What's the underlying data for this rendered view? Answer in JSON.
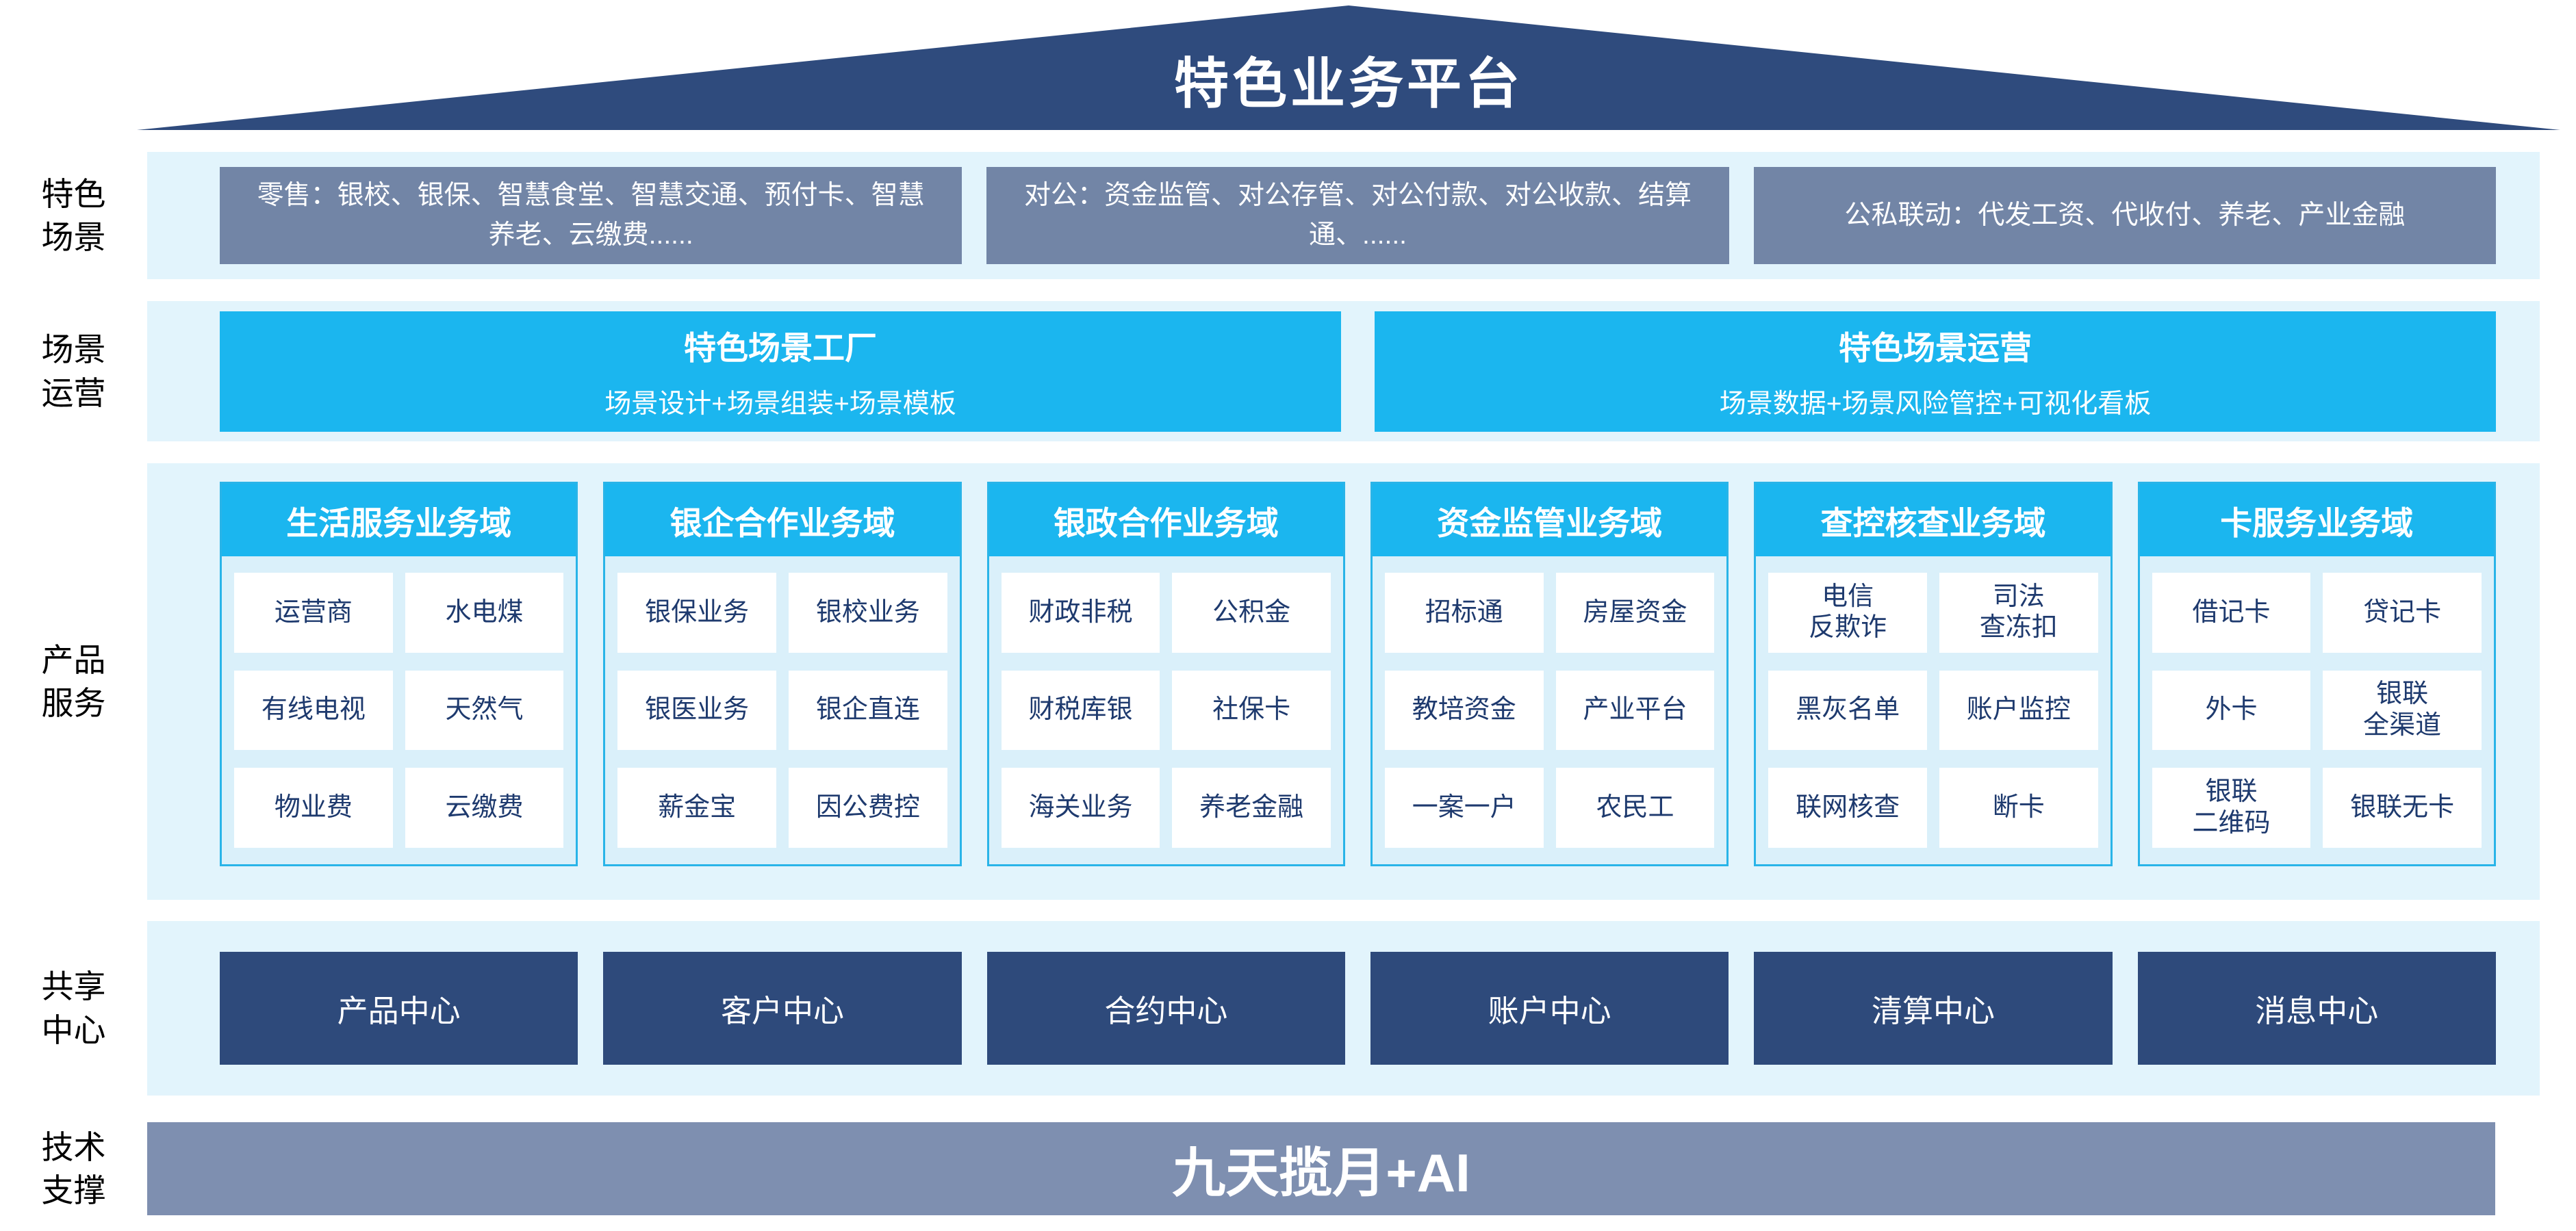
{
  "title": "特色业务平台",
  "scenes": {
    "label": "特色\n场景",
    "boxes": [
      "零售：银校、银保、智慧食堂、智慧交通、预付卡、智慧养老、云缴费......",
      "对公：资金监管、对公存管、对公付款、对公收款、结算通、......",
      "公私联动：代发工资、代收付、养老、产业金融"
    ]
  },
  "operations": {
    "label": "场景\n运营",
    "boxes": [
      {
        "title": "特色场景工厂",
        "subtitle": "场景设计+场景组装+场景模板"
      },
      {
        "title": "特色场景运营",
        "subtitle": "场景数据+场景风险管控+可视化看板"
      }
    ]
  },
  "products": {
    "label": "产品\n服务",
    "columns": [
      {
        "header": "生活服务业务域",
        "cells": [
          "运营商",
          "水电煤",
          "有线电视",
          "天然气",
          "物业费",
          "云缴费"
        ]
      },
      {
        "header": "银企合作业务域",
        "cells": [
          "银保业务",
          "银校业务",
          "银医业务",
          "银企直连",
          "薪金宝",
          "因公费控"
        ]
      },
      {
        "header": "银政合作业务域",
        "cells": [
          "财政非税",
          "公积金",
          "财税库银",
          "社保卡",
          "海关业务",
          "养老金融"
        ]
      },
      {
        "header": "资金监管业务域",
        "cells": [
          "招标通",
          "房屋资金",
          "教培资金",
          "产业平台",
          "一案一户",
          "农民工"
        ]
      },
      {
        "header": "查控核查业务域",
        "cells": [
          "电信\n反欺诈",
          "司法\n查冻扣",
          "黑灰名单",
          "账户监控",
          "联网核查",
          "断卡"
        ]
      },
      {
        "header": "卡服务业务域",
        "cells": [
          "借记卡",
          "贷记卡",
          "外卡",
          "银联\n全渠道",
          "银联\n二维码",
          "银联无卡"
        ]
      }
    ]
  },
  "shared": {
    "label": "共享\n中心",
    "centers": [
      "产品中心",
      "客户中心",
      "合约中心",
      "账户中心",
      "清算中心",
      "消息中心"
    ]
  },
  "tech": {
    "label": "技术\n支撑",
    "bar": "九天揽月+AI"
  },
  "colors": {
    "roof_navy": "#2F4B7D",
    "band_light_blue": "#E2F4FC",
    "box_slate_blue": "#7285A6",
    "cyan": "#1BB6EF",
    "column_body_blue": "#DAF0FA",
    "column_border_cyan": "#29B4E8",
    "cell_text_navy": "#1E3A6E",
    "center_navy": "#2E4A7B",
    "tech_bar_slate": "#7E8FB0"
  }
}
